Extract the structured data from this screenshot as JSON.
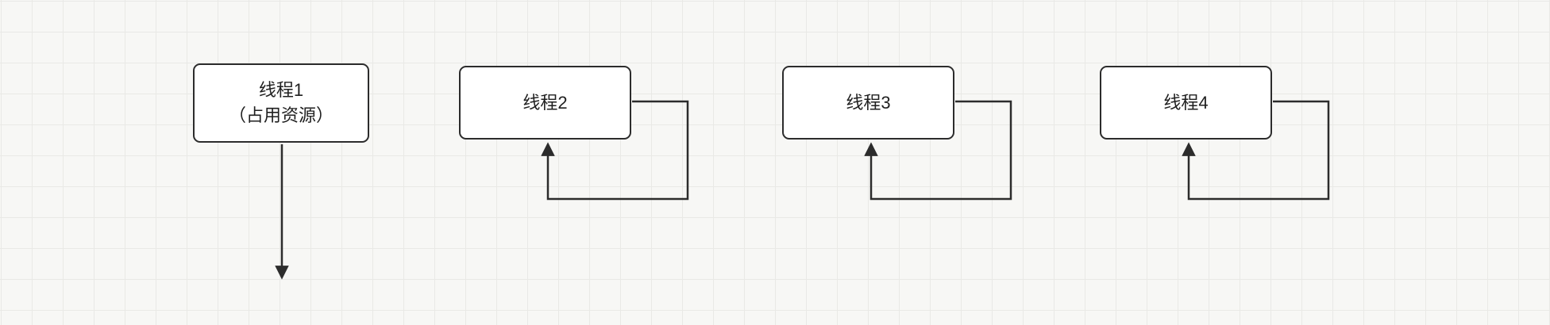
{
  "diagram": {
    "nodes": [
      {
        "id": "thread1",
        "label_line1": "线程1",
        "label_line2": "（占用资源）"
      },
      {
        "id": "thread2",
        "label": "线程2"
      },
      {
        "id": "thread3",
        "label": "线程3"
      },
      {
        "id": "thread4",
        "label": "线程4"
      }
    ],
    "edges": [
      {
        "from": "thread1",
        "type": "straight-down-arrow"
      },
      {
        "from": "thread2",
        "to": "thread2",
        "type": "self-loop-arrow"
      },
      {
        "from": "thread3",
        "to": "thread3",
        "type": "self-loop-arrow"
      },
      {
        "from": "thread4",
        "to": "thread4",
        "type": "self-loop-arrow"
      }
    ],
    "colors": {
      "stroke": "#2c2c2c",
      "node_fill": "#ffffff",
      "grid_line": "#e9e9e6",
      "background": "#f7f7f5"
    }
  }
}
